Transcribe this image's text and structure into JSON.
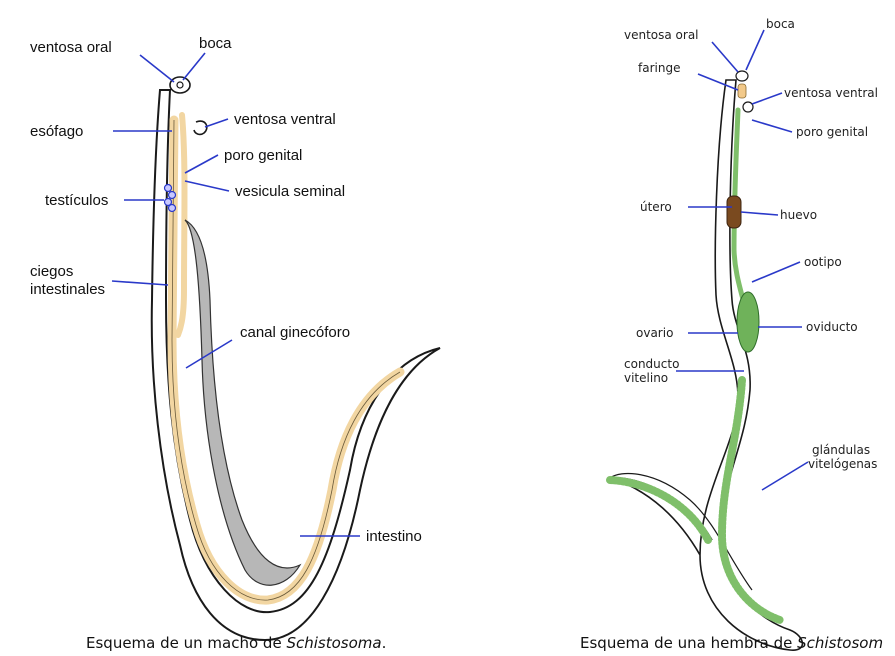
{
  "male": {
    "labels": {
      "ventosa_oral": "ventosa oral",
      "boca": "boca",
      "esofago": "esófago",
      "ventosa_ventral": "ventosa ventral",
      "poro_genital": "poro genital",
      "vesicula_seminal": "vesicula seminal",
      "testiculos": "testículos",
      "ciegos_1": "ciegos",
      "ciegos_2": "intestinales",
      "canal": "canal ginecóforo",
      "intestino": "intestino"
    },
    "caption_pre": "Esquema de un macho de ",
    "caption_em": "Schistosoma",
    "caption_post": "."
  },
  "female": {
    "labels": {
      "ventosa_oral": "ventosa oral",
      "boca": "boca",
      "faringe": "faringe",
      "ventosa_ventral": "ventosa ventral",
      "poro_genital": "poro genital",
      "utero": "útero",
      "huevo": "huevo",
      "ootipo": "ootipo",
      "ovario": "ovario",
      "oviducto": "oviducto",
      "conducto_1": "conducto",
      "conducto_2": "vitelino",
      "glandulas_1": "glándulas",
      "glandulas_2": "vitelógenas"
    },
    "caption_pre": "Esquema de una hembra de ",
    "caption_em": "Schistosom"
  },
  "colors": {
    "leader": "#2a39c9",
    "male_intestine": "#f2d6a2",
    "canal": "#b7b7b7",
    "female_glands": "#7fbf6a",
    "egg": "#7a4a1f"
  }
}
